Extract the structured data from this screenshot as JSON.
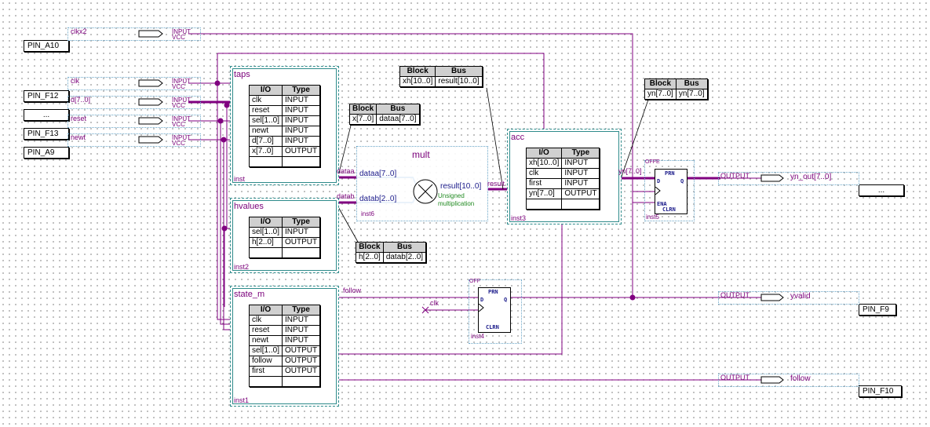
{
  "pins": {
    "a10": "PIN_A10",
    "f12": "PIN_F12",
    "ellipsis_left": "...",
    "f13": "PIN_F13",
    "a9": "PIN_A9",
    "f9": "PIN_F9",
    "f10": "PIN_F10",
    "ellipsis_right": "..."
  },
  "inputs": [
    {
      "name": "clkx2",
      "type": "INPUT",
      "vcc": "VCC"
    },
    {
      "name": "clk",
      "type": "INPUT",
      "vcc": "VCC"
    },
    {
      "name": "d[7..0]",
      "type": "INPUT",
      "vcc": "VCC"
    },
    {
      "name": "reset",
      "type": "INPUT",
      "vcc": "VCC"
    },
    {
      "name": "newt",
      "type": "INPUT",
      "vcc": "VCC"
    }
  ],
  "outputs": [
    {
      "name": "yn_out[7..0]",
      "type": "OUTPUT"
    },
    {
      "name": "yvalid",
      "type": "OUTPUT"
    },
    {
      "name": "follow",
      "type": "OUTPUT"
    }
  ],
  "io_headers": {
    "io": "I/O",
    "type": "Type"
  },
  "bus_headers": {
    "block": "Block",
    "bus": "Bus"
  },
  "blocks": {
    "taps": {
      "title": "taps",
      "inst": "inst",
      "rows": [
        {
          "io": "clk",
          "type": "INPUT"
        },
        {
          "io": "reset",
          "type": "INPUT"
        },
        {
          "io": "sel[1..0]",
          "type": "INPUT"
        },
        {
          "io": "newt",
          "type": "INPUT"
        },
        {
          "io": "d[7..0]",
          "type": "INPUT"
        },
        {
          "io": "x[7..0]",
          "type": "OUTPUT"
        }
      ]
    },
    "hvalues": {
      "title": "hvalues",
      "inst": "inst2",
      "rows": [
        {
          "io": "sel[1..0]",
          "type": "INPUT"
        },
        {
          "io": "h[2..0]",
          "type": "OUTPUT"
        }
      ]
    },
    "state_m": {
      "title": "state_m",
      "inst": "inst1",
      "rows": [
        {
          "io": "clk",
          "type": "INPUT"
        },
        {
          "io": "reset",
          "type": "INPUT"
        },
        {
          "io": "newt",
          "type": "INPUT"
        },
        {
          "io": "sel[1..0]",
          "type": "OUTPUT"
        },
        {
          "io": "follow",
          "type": "OUTPUT"
        },
        {
          "io": "first",
          "type": "OUTPUT"
        }
      ]
    },
    "acc": {
      "title": "acc",
      "inst": "inst3",
      "rows": [
        {
          "io": "xh[10..0]",
          "type": "INPUT"
        },
        {
          "io": "clk",
          "type": "INPUT"
        },
        {
          "io": "first",
          "type": "INPUT"
        },
        {
          "io": "yn[7..0]",
          "type": "OUTPUT"
        }
      ]
    }
  },
  "bus_tables": {
    "x_dataa": {
      "block": "x[7..0]",
      "bus": "dataa[7..0]"
    },
    "xh_result": {
      "block": "xh[10..0]",
      "bus": "result[10..0]"
    },
    "h_datab": {
      "block": "h[2..0]",
      "bus": "datab[2..0]"
    },
    "yn_yn": {
      "block": "yn[7..0]",
      "bus": "yn[7..0]"
    }
  },
  "mult": {
    "title": "mult",
    "dataa": "dataa[7..0]",
    "datab": "datab[2..0]",
    "result": "result[10..0]",
    "unsigned": "Unsigned",
    "multiplication": "multiplication",
    "inst": "inst6"
  },
  "wire_labels": {
    "dataa": "dataa",
    "datab": "datab",
    "result": "result",
    "follow": "follow",
    "clk": "clk",
    "yn": "yn[7..0]"
  },
  "ffs": {
    "off": {
      "title": "OFF",
      "prn": "PRN",
      "d": "D",
      "q": "Q",
      "clrn": "CLRN",
      "inst": "inst4"
    },
    "offe": {
      "title": "OFFE",
      "prn": "PRN",
      "d": "D",
      "q": "Q",
      "ena": "ENA",
      "clrn": "CLRN",
      "inst": "inst5"
    }
  }
}
